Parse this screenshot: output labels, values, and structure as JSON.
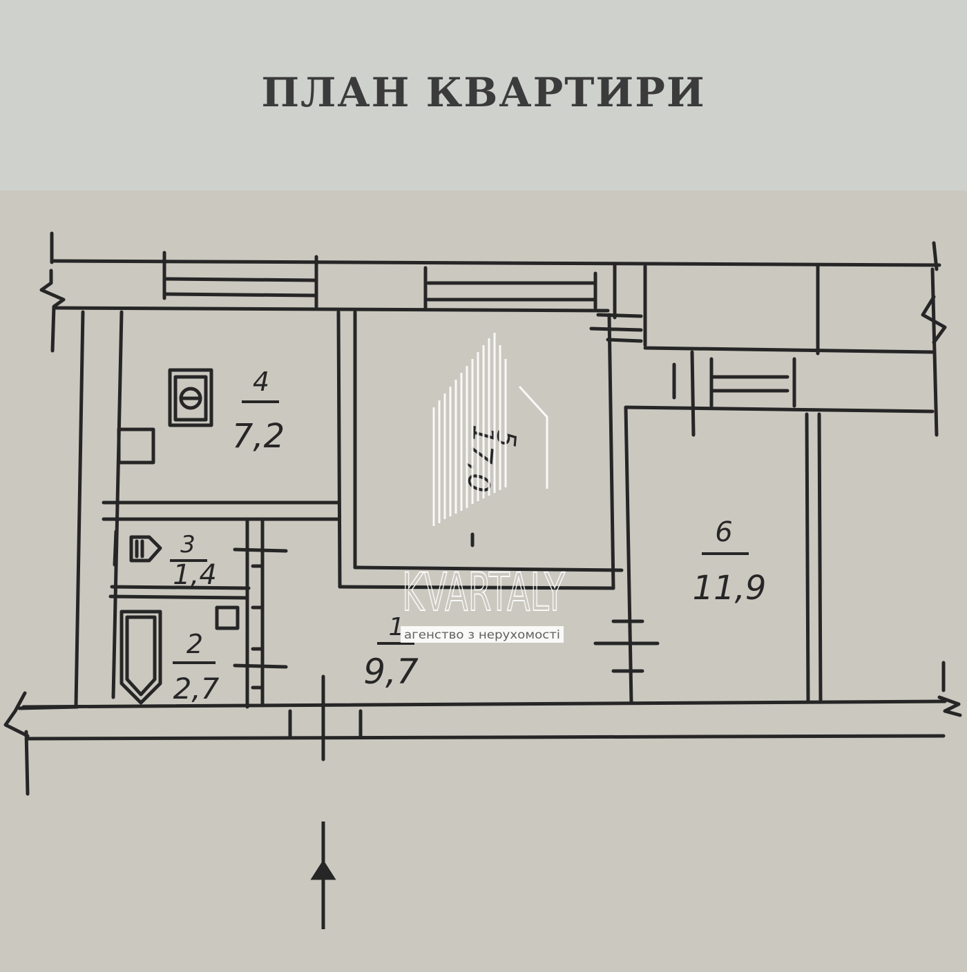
{
  "title": "ПЛАН КВАРТИРИ",
  "rooms": [
    {
      "number": "1",
      "area": "9,7"
    },
    {
      "number": "2",
      "area": "2,7"
    },
    {
      "number": "3",
      "area": "1,4"
    },
    {
      "number": "4",
      "area": "7,2"
    },
    {
      "number": "5",
      "area": "17,0"
    },
    {
      "number": "6",
      "area": "11,9"
    }
  ],
  "watermark": {
    "brand": "KVARTALY",
    "tagline": "агенство з нерухомості"
  },
  "icons": [
    "stove-icon",
    "boiler-icon",
    "bathtub-icon",
    "sink-icon",
    "north-arrow-icon",
    "break-line-icon"
  ],
  "colors": {
    "ink": "#262626",
    "paper": "#cbc8c0",
    "header_band": "#cfd1cd",
    "watermark": "#ffffff"
  }
}
